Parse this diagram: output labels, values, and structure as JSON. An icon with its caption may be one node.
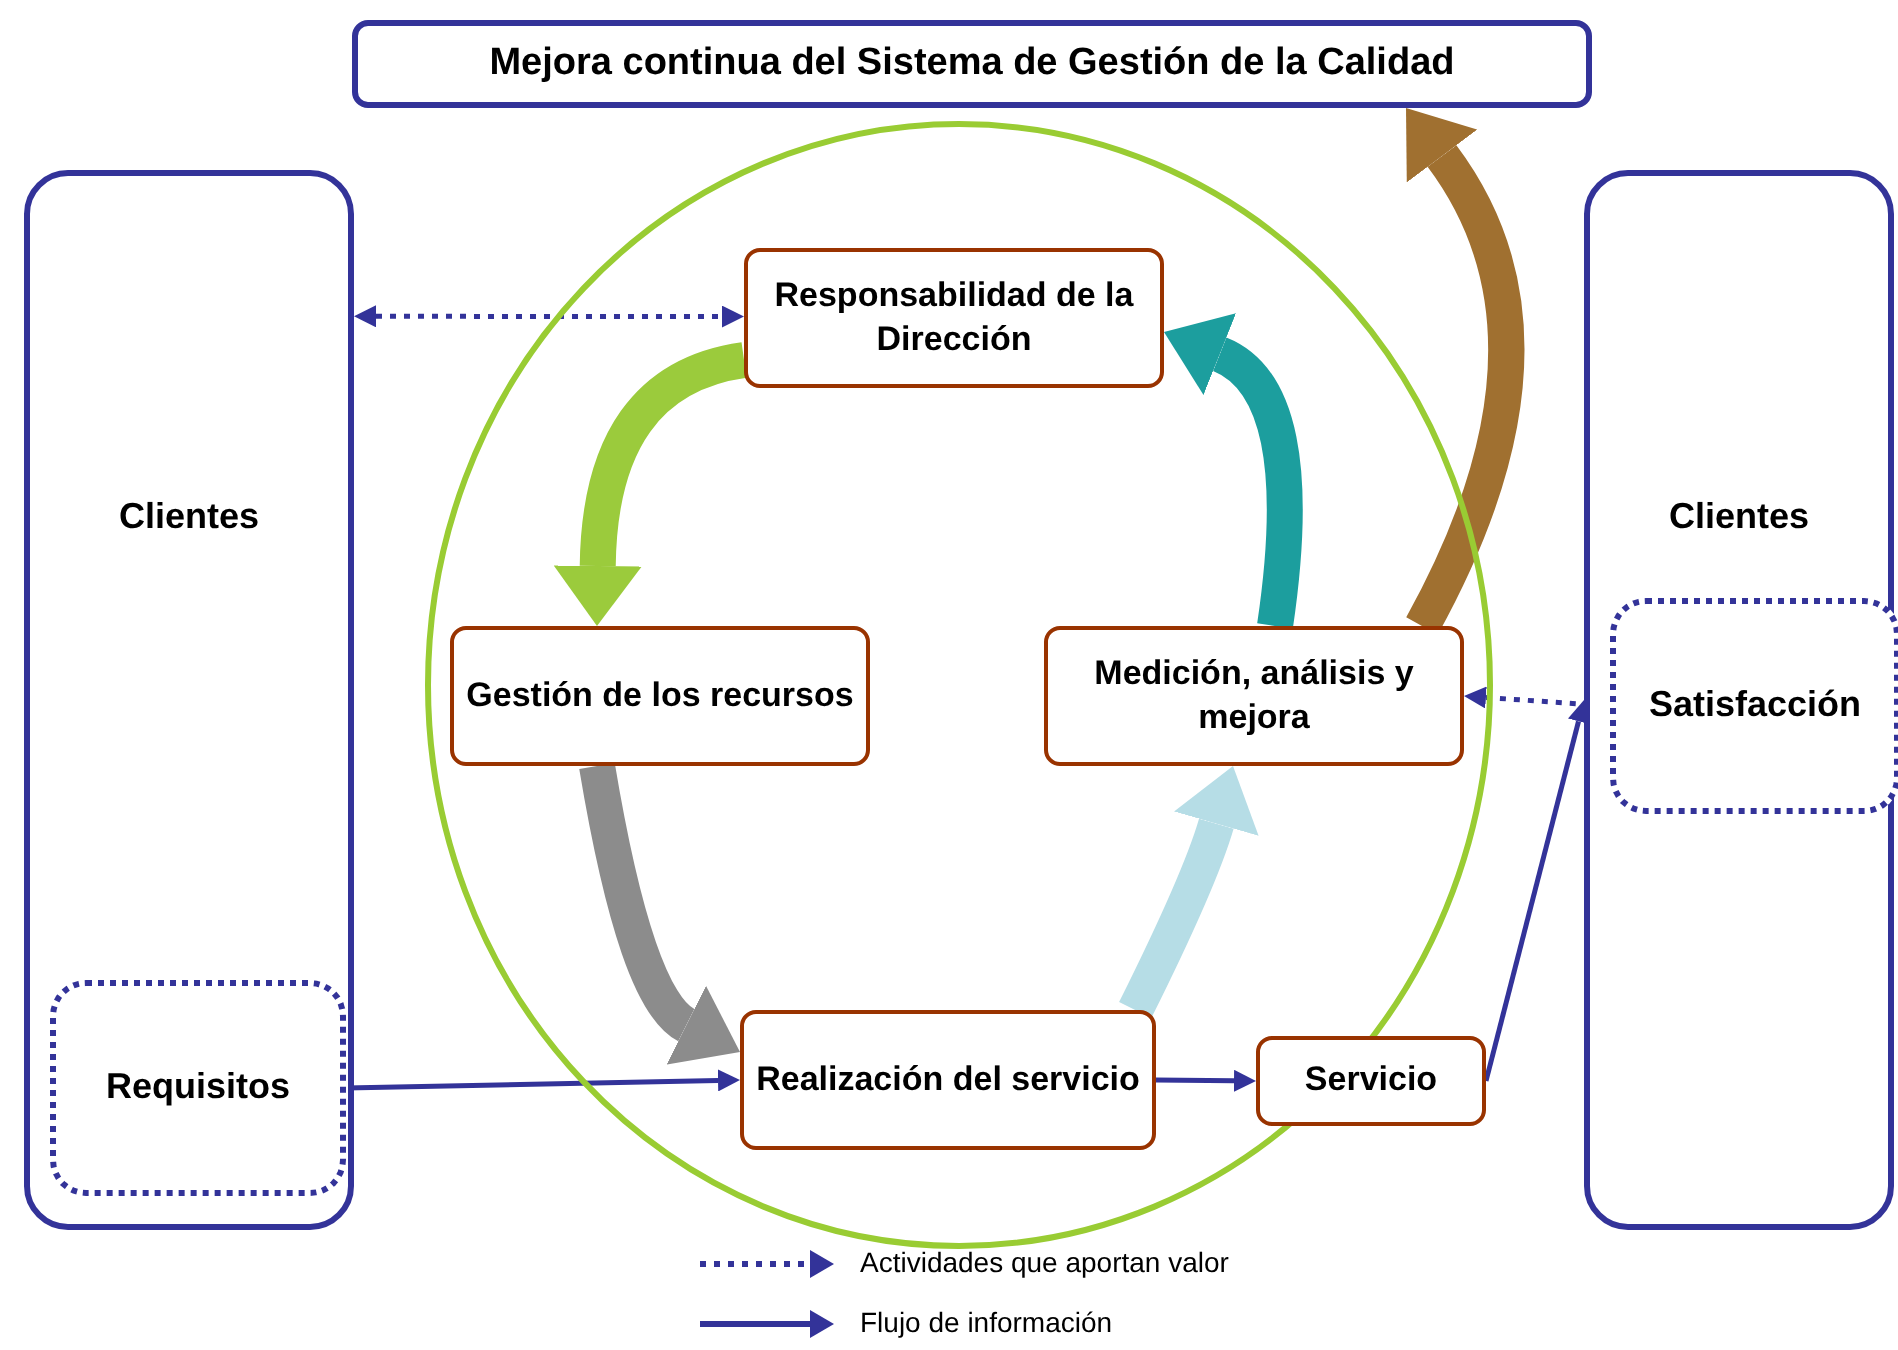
{
  "diagram": {
    "nodes": [
      {
        "text": [
          "Mejora continua del Sistema de Gestión de la Calidad"
        ]
      },
      {
        "text": [
          "Clientes"
        ]
      },
      {
        "text": [
          "Requisitos"
        ],
        "in": 1
      },
      {
        "text": [],
        "shape": "circle"
      },
      {
        "text": [
          "Responsabilidad de la Dirección"
        ],
        "in": 3
      },
      {
        "text": [
          "Gestión de los recursos"
        ],
        "in": 3
      },
      {
        "text": [
          "Medición, análisis y mejora"
        ],
        "in": 3
      },
      {
        "text": [
          "Realización del servicio"
        ],
        "in": 3
      },
      {
        "text": [
          "Servicio"
        ]
      },
      {
        "text": [
          "Clientes"
        ]
      },
      {
        "text": [
          "Satisfacción"
        ],
        "in": 9
      }
    ],
    "edges": [
      {
        "from": 1,
        "to": 4,
        "arrow": "both",
        "style": "dashed"
      },
      {
        "from": 4,
        "to": 5,
        "arrow": "to",
        "style": "thick",
        "color": "#9bcb3c"
      },
      {
        "from": 6,
        "to": 4,
        "arrow": "to",
        "style": "thick",
        "color": "#1c9e9e"
      },
      {
        "from": 6,
        "to": 0,
        "arrow": "to",
        "style": "thick",
        "color": "#a07030"
      },
      {
        "from": 6,
        "to": 10,
        "arrow": "both",
        "style": "dashed"
      },
      {
        "from": 5,
        "to": 7,
        "arrow": "to",
        "style": "thick",
        "color": "#8c8c8c"
      },
      {
        "from": 7,
        "to": 6,
        "arrow": "to",
        "style": "thick",
        "color": "#b6dde6"
      },
      {
        "from": 2,
        "to": 7,
        "arrow": "to"
      },
      {
        "from": 7,
        "to": 8,
        "arrow": "to"
      },
      {
        "from": 8,
        "to": 9,
        "arrow": "to"
      }
    ],
    "legend": [
      {
        "text": "Actividades que aportan valor"
      },
      {
        "text": "Flujo de información"
      }
    ]
  }
}
